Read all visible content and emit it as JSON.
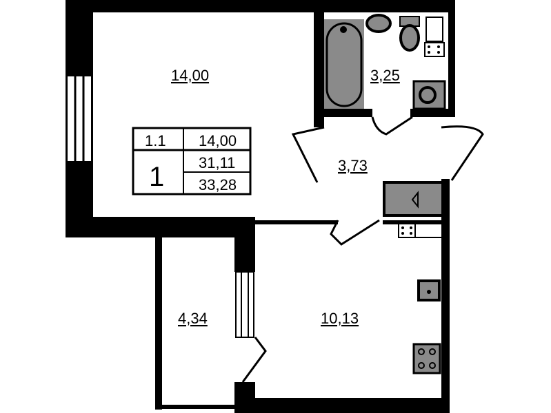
{
  "rooms": {
    "living": "14,00",
    "bathroom": "3,25",
    "hall": "3,73",
    "balcony": "4,34",
    "kitchen": "10,13"
  },
  "info_table": {
    "room_code": "1.1",
    "living_area": "14,00",
    "rooms_count": "1",
    "total_area": "31,11",
    "total_area_with_balcony": "33,28"
  },
  "colors": {
    "wall": "#000000",
    "fixture": "#8a8a8a",
    "floor": "#ffffff"
  }
}
